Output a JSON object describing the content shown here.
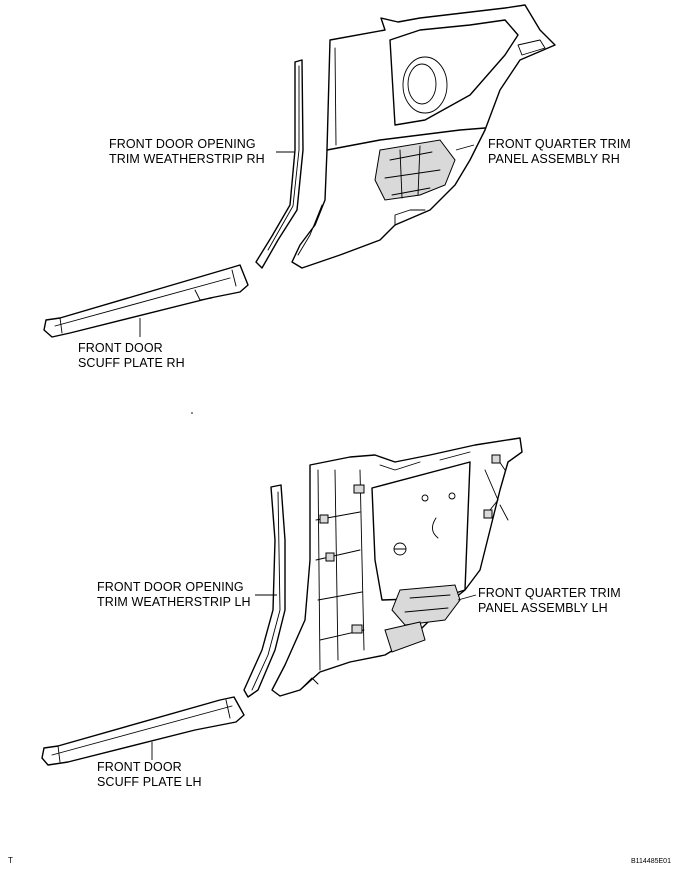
{
  "labels": {
    "weatherstrip_rh": [
      "FRONT DOOR OPENING",
      "TRIM WEATHERSTRIP RH"
    ],
    "quarter_trim_rh": [
      "FRONT QUARTER TRIM",
      "PANEL ASSEMBLY RH"
    ],
    "scuff_plate_rh": [
      "FRONT DOOR",
      "SCUFF PLATE RH"
    ],
    "weatherstrip_lh": [
      "FRONT DOOR OPENING",
      "TRIM WEATHERSTRIP LH"
    ],
    "quarter_trim_lh": [
      "FRONT QUARTER TRIM",
      "PANEL ASSEMBLY LH"
    ],
    "scuff_plate_lh": [
      "FRONT DOOR",
      "SCUFF PLATE LH"
    ]
  },
  "footer": {
    "corner_mark": "T",
    "figure_code": "B114485E01"
  }
}
